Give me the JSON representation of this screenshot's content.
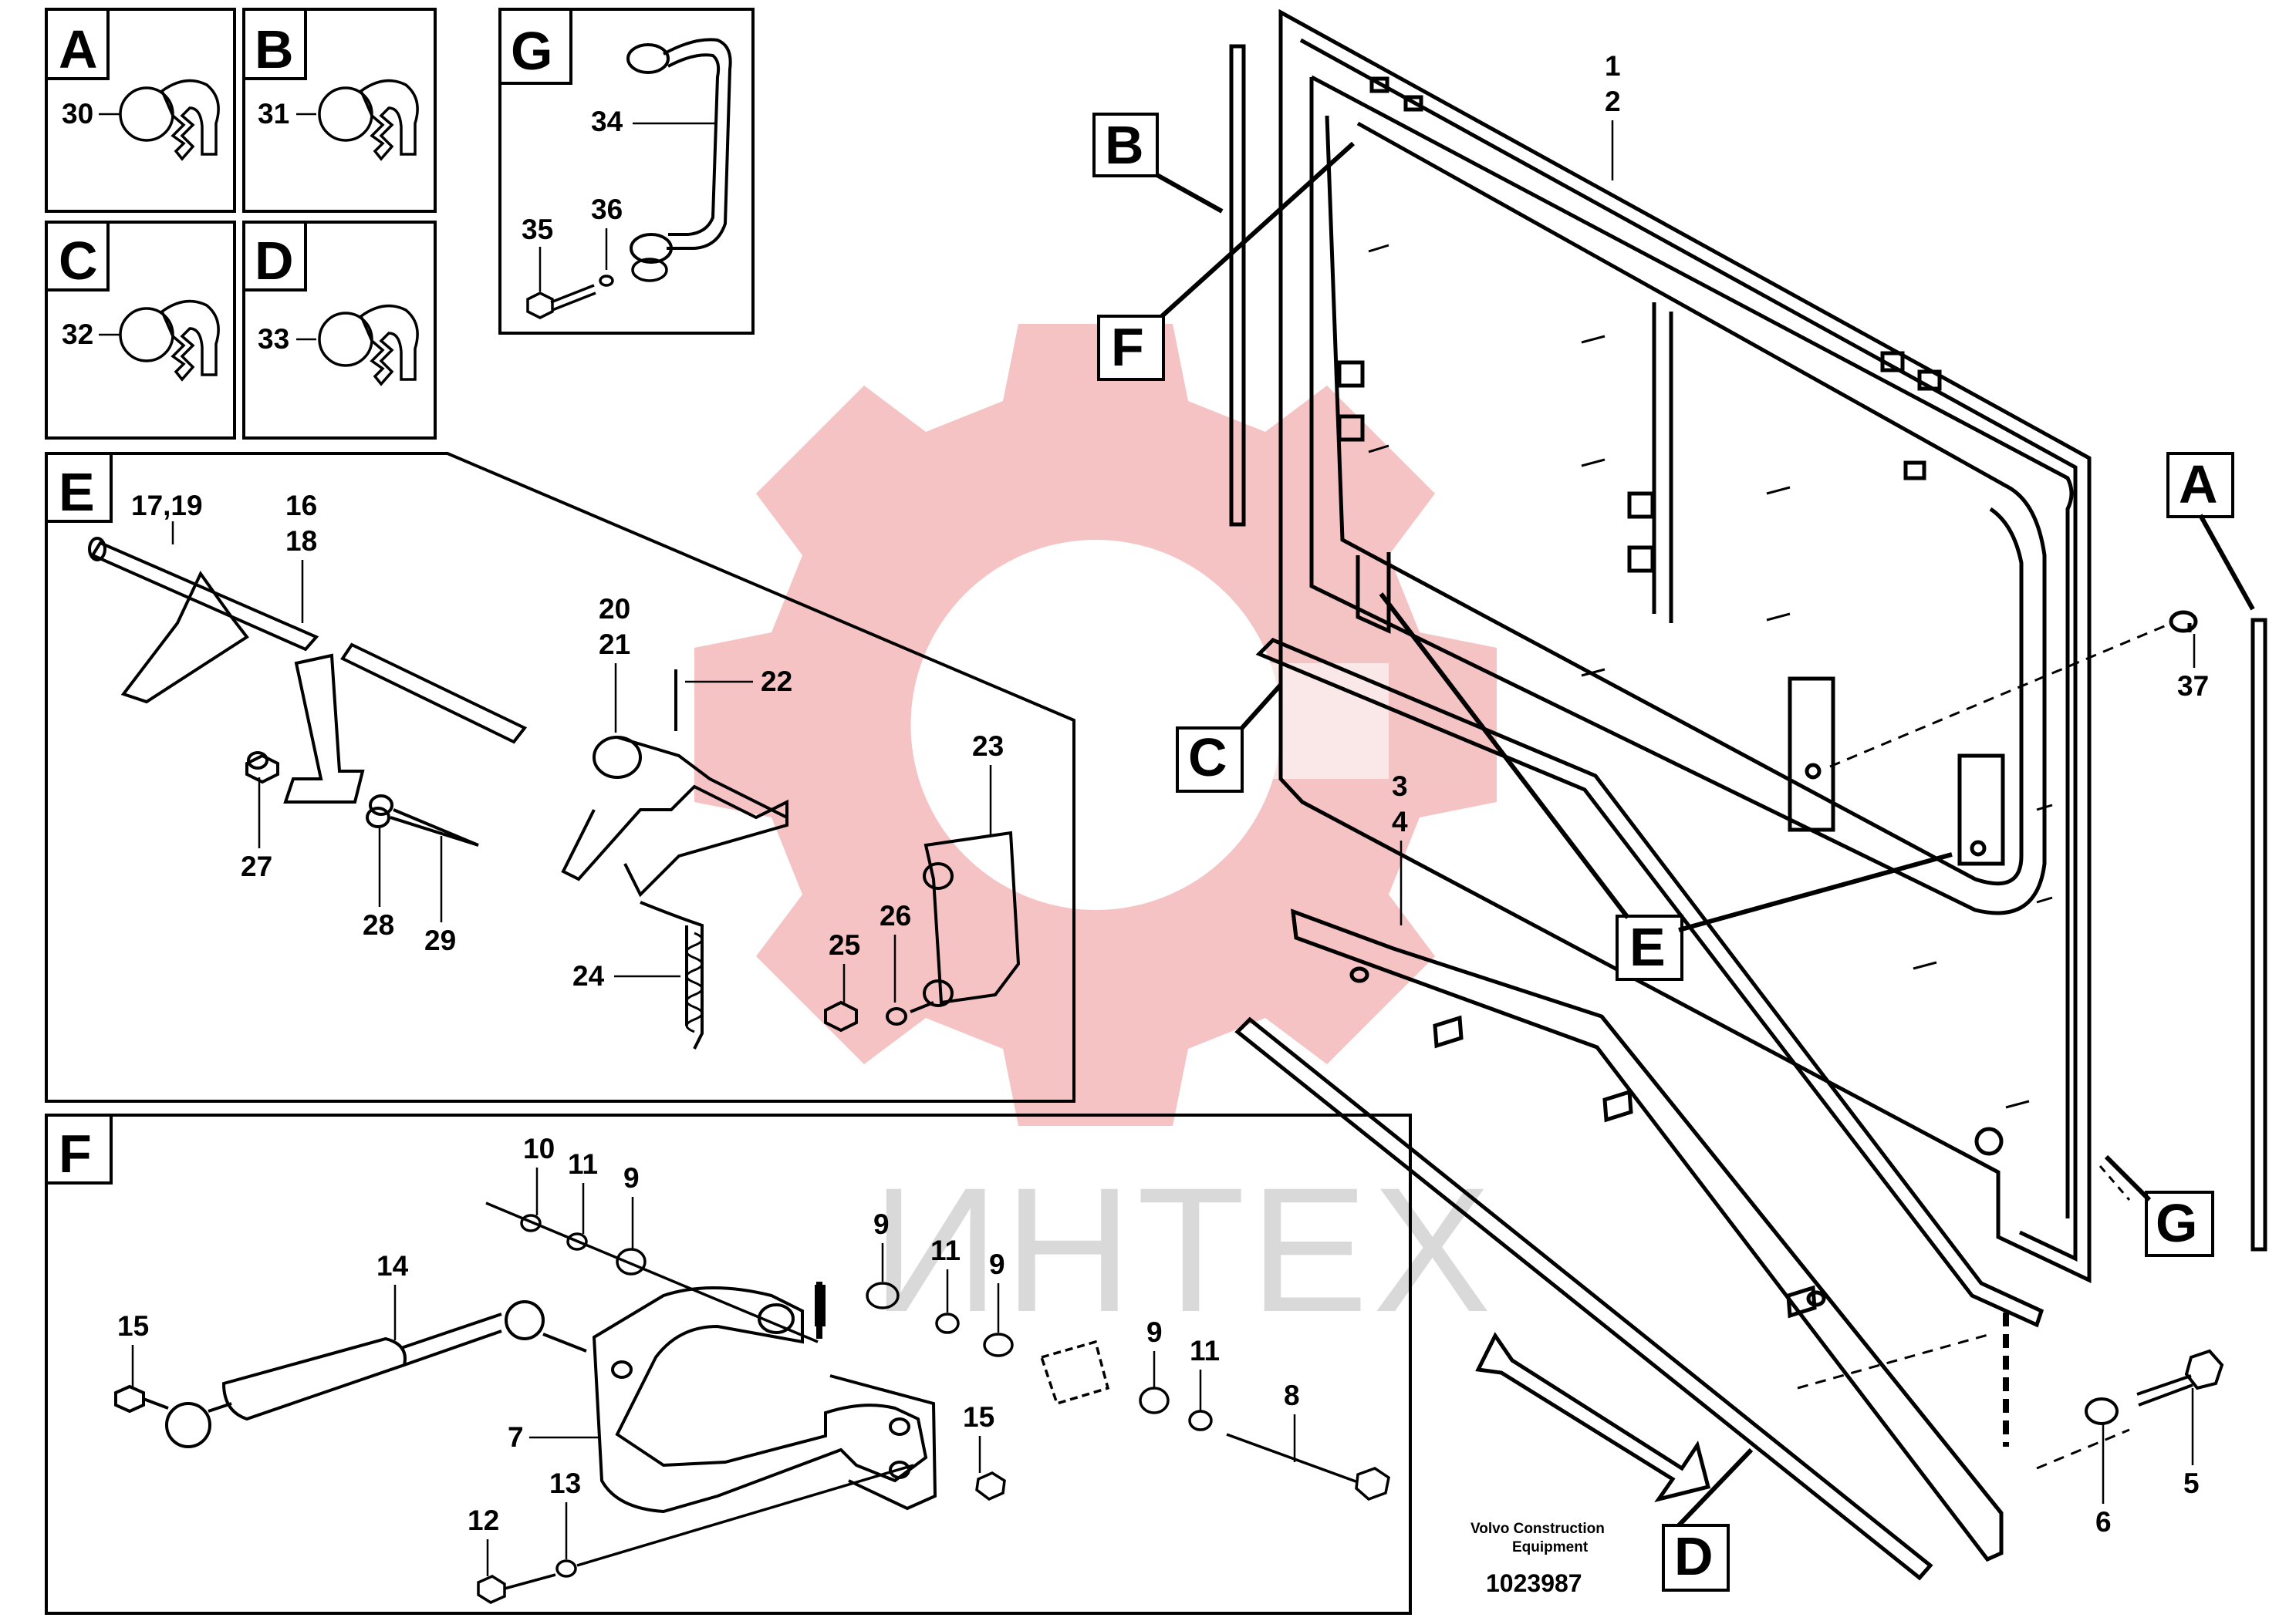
{
  "watermark_text": "ИНТЕХ",
  "publisher_line1": "Volvo Construction",
  "publisher_line2": "Equipment",
  "document_number": "1023987",
  "colors": {
    "ink": "#000000",
    "watermark_logo": "#f3b9b9",
    "watermark_text": "#d9d9d9",
    "dashed_link": "#000000"
  },
  "detail_boxes": {
    "A": {
      "letter": "A",
      "part": "30"
    },
    "B": {
      "letter": "B",
      "part": "31"
    },
    "C": {
      "letter": "C",
      "part": "32"
    },
    "D": {
      "letter": "D",
      "part": "33"
    },
    "G": {
      "letter": "G",
      "parts": [
        "34",
        "35",
        "36"
      ]
    },
    "E": {
      "letter": "E",
      "parts": [
        "17,19",
        "16",
        "18",
        "20",
        "21",
        "22",
        "23",
        "24",
        "25",
        "26",
        "27",
        "28",
        "29"
      ]
    },
    "F": {
      "letter": "F",
      "parts": [
        "10",
        "11",
        "9",
        "14",
        "15",
        "7",
        "12",
        "13",
        "9",
        "11",
        "9",
        "9",
        "11",
        "8",
        "15"
      ]
    }
  },
  "main_callouts": {
    "boxes": [
      "B",
      "F",
      "C",
      "E",
      "A",
      "G",
      "D"
    ],
    "parts": [
      "1",
      "2",
      "3",
      "4",
      "37",
      "5",
      "6"
    ]
  }
}
